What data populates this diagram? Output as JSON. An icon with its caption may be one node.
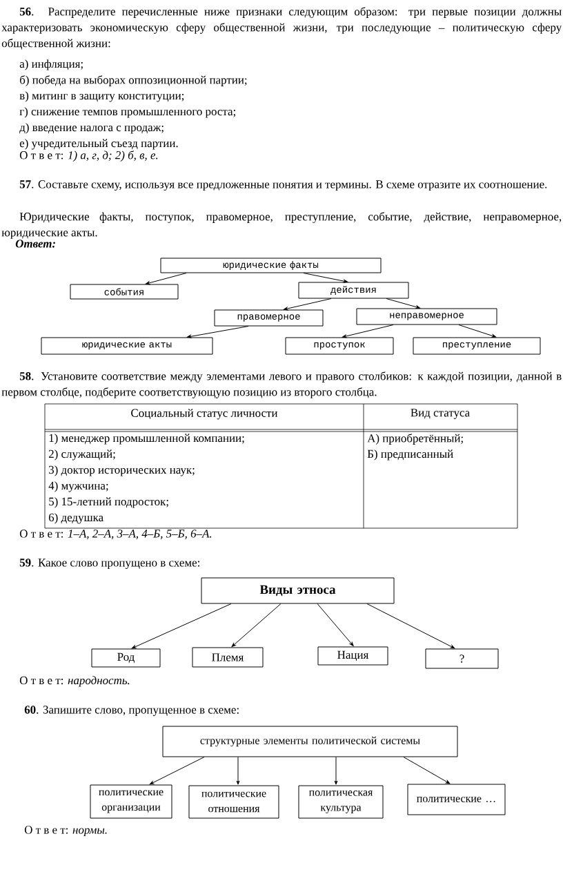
{
  "diagram": {
    "nodes": [
      {
        "text": [
          "юридические факты"
        ]
      },
      {
        "text": [
          "события"
        ]
      },
      {
        "text": [
          "действия"
        ]
      },
      {
        "text": [
          "правомерное"
        ]
      },
      {
        "text": [
          "неправомерное"
        ]
      },
      {
        "text": [
          "юридические акты"
        ]
      },
      {
        "text": [
          "проступок"
        ]
      },
      {
        "text": [
          "преступление"
        ]
      },
      {
        "text": [
          "Виды этноса"
        ]
      },
      {
        "text": [
          "Род"
        ]
      },
      {
        "text": [
          "Племя"
        ]
      },
      {
        "text": [
          "Нация"
        ]
      },
      {
        "text": [
          "?"
        ]
      },
      {
        "text": [
          "структурные элементы политической системы"
        ]
      },
      {
        "text": [
          "политические организации"
        ]
      },
      {
        "text": [
          "политические отношения"
        ]
      },
      {
        "text": [
          "политическая культура"
        ]
      },
      {
        "text": [
          "политические …"
        ]
      }
    ],
    "edges": [
      {
        "from": 0,
        "to": 1,
        "arrow": "to"
      },
      {
        "from": 0,
        "to": 2,
        "arrow": "to"
      },
      {
        "from": 2,
        "to": 3,
        "arrow": "to"
      },
      {
        "from": 2,
        "to": 4,
        "arrow": "to"
      },
      {
        "from": 3,
        "to": 5,
        "arrow": "to"
      },
      {
        "from": 4,
        "to": 6,
        "arrow": "to"
      },
      {
        "from": 4,
        "to": 7,
        "arrow": "to"
      },
      {
        "from": 8,
        "to": 9,
        "arrow": "to"
      },
      {
        "from": 8,
        "to": 10,
        "arrow": "to"
      },
      {
        "from": 8,
        "to": 11,
        "arrow": "to"
      },
      {
        "from": 8,
        "to": 12,
        "arrow": "to"
      },
      {
        "from": 13,
        "to": 14,
        "arrow": "to"
      },
      {
        "from": 13,
        "to": 15,
        "arrow": "to"
      },
      {
        "from": 13,
        "to": 16,
        "arrow": "to"
      },
      {
        "from": 13,
        "to": 17,
        "arrow": "to"
      }
    ],
    "labels": [
      "**56**. Распределите перечисленные ниже признаки следующим образом: три первые позиции должны характеризовать экономическую сферу общественной жизни, три последующие – политическую сферу общественной жизни:",
      "а) инфляция;",
      "б) победа на выборах оппозиционной партии;",
      "в) митинг в защиту конституции;",
      "г) снижение темпов промышленного роста;",
      "д) введение налога с продаж;",
      "е) учредительный съезд партии.",
      "О т в е т: *1) а, г, д; 2) б, в, е.*",
      "**57**. Составьте схему, используя все предложенные понятия и термины. В схеме отразите их соотношение.",
      "Юридические факты, поступок, правомерное, преступление, событие, действие, неправомерное, юридические акты.",
      "Ответ:",
      "**58**. Установите соответствие между элементами левого и правого столбиков: к каждой позиции, данной в первом столбце, подберите соответствующую позицию из второго столбца.",
      "Социальный статус личности",
      "Вид статуса",
      "1) менеджер промышленной компании;",
      "2) служащий;",
      "3) доктор исторических наук;",
      "4) мужчина;",
      "5) 15-летний подросток;",
      "6) дедушка",
      "А) приобретённый;",
      "Б) предписанный",
      "О т в е т: *1–А, 2–А, 3–А, 4–Б, 5–Б, 6–А.*",
      "**59**. Какое слово пропущено в схеме:",
      "О т в е т: *народность.*",
      "**60**. Запишите слово, пропущенное в схеме:",
      "О т в е т: *нормы.*"
    ]
  }
}
